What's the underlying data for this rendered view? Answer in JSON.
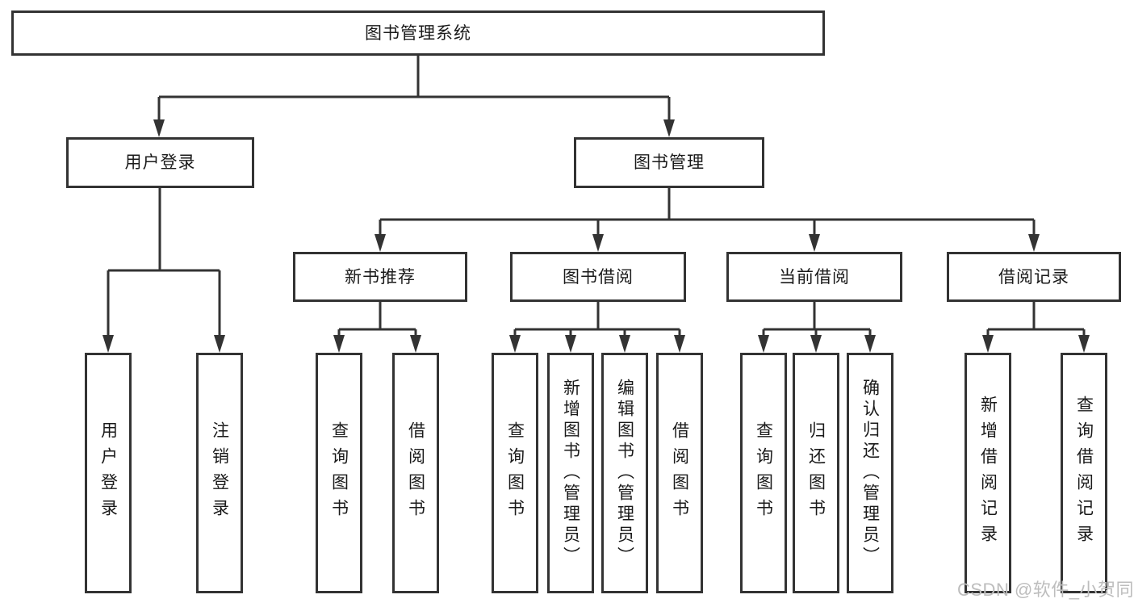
{
  "diagram": {
    "root": {
      "label": "图书管理系统"
    },
    "children": [
      {
        "label": "用户登录",
        "children": [
          {
            "label": "用户登录"
          },
          {
            "label": "注销登录"
          }
        ]
      },
      {
        "label": "图书管理",
        "children": [
          {
            "label": "新书推荐",
            "children": [
              {
                "label": "查询图书"
              },
              {
                "label": "借阅图书"
              }
            ]
          },
          {
            "label": "图书借阅",
            "children": [
              {
                "label": "查询图书"
              },
              {
                "label": "新增图书（管理员）"
              },
              {
                "label": "编辑图书（管理员）"
              },
              {
                "label": "借阅图书"
              }
            ]
          },
          {
            "label": "当前借阅",
            "children": [
              {
                "label": "查询图书"
              },
              {
                "label": "归还图书"
              },
              {
                "label": "确认归还（管理员）"
              }
            ]
          },
          {
            "label": "借阅记录",
            "children": [
              {
                "label": "新增借阅记录"
              },
              {
                "label": "查询借阅记录"
              }
            ]
          }
        ]
      }
    ]
  },
  "watermark": {
    "text": "CSDN @软件_小贺同学"
  },
  "colors": {
    "line": "#333333",
    "box_border": "#333333",
    "box_fill": "#ffffff",
    "text": "#1a1a1a",
    "watermark": "#bdbdbd",
    "background": "#ffffff"
  }
}
